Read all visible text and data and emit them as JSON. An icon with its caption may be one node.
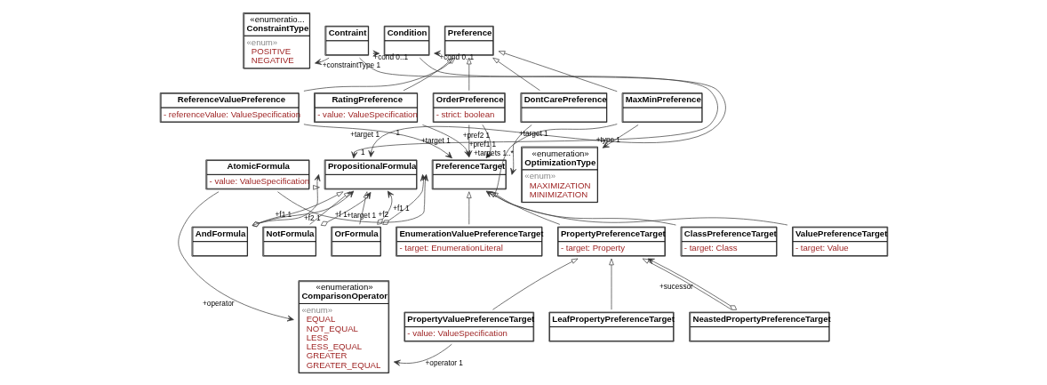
{
  "diagram": {
    "nodes": [
      {
        "text": [
          "«enumeratio...",
          "ConstraintType",
          "«enum»",
          "POSITIVE",
          "NEGATIVE"
        ]
      },
      {
        "text": [
          "Contraint"
        ]
      },
      {
        "text": [
          "Condition"
        ]
      },
      {
        "text": [
          "Preference"
        ]
      },
      {
        "text": [
          "ReferenceValuePreference",
          "- referenceValue: ValueSpecification"
        ]
      },
      {
        "text": [
          "RatingPreference",
          "- value: ValueSpecification"
        ]
      },
      {
        "text": [
          "OrderPreference",
          "- strict: boolean"
        ]
      },
      {
        "text": [
          "DontCarePreference"
        ]
      },
      {
        "text": [
          "MaxMinPreference"
        ]
      },
      {
        "text": [
          "PropositionalFormula"
        ]
      },
      {
        "text": [
          "AndFormula"
        ]
      },
      {
        "text": [
          "AtomicFormula",
          "- value: ValueSpecification"
        ]
      },
      {
        "text": [
          "PreferenceTarget"
        ]
      },
      {
        "text": [
          "«enumeration»",
          "OptimizationType",
          "«enum»",
          "MAXIMIZATION",
          "MINIMIZATION"
        ]
      },
      {
        "text": [
          "«enumeration»",
          "ComparisonOperator",
          "«enum»",
          "EQUAL",
          "NOT_EQUAL",
          "LESS",
          "LESS_EQUAL",
          "GREATER",
          "GREATER_EQUAL"
        ]
      },
      {
        "text": [
          "NotFormula"
        ]
      },
      {
        "text": [
          "OrFormula"
        ]
      },
      {
        "text": [
          "EnumerationValuePreferenceTarget",
          "- target: EnumerationLiteral"
        ]
      },
      {
        "text": [
          "PropertyPreferenceTarget",
          "- target: Property"
        ]
      },
      {
        "text": [
          "ClassPreferenceTarget",
          "- target: Class"
        ]
      },
      {
        "text": [
          "ValuePreferenceTarget",
          "- target: Value"
        ]
      },
      {
        "text": [
          "PropertyValuePreferenceTarget",
          "- value: ValueSpecification"
        ]
      },
      {
        "text": [
          "LeafPropertyPreferenceTarget"
        ]
      },
      {
        "text": [
          "NeastedPropertyPreferenceTarget"
        ]
      }
    ],
    "edges": [
      {
        "from": 1,
        "to": 0,
        "arrow": "to",
        "label": "+constraintType 1"
      },
      {
        "from": 1,
        "to": 2,
        "arrow": "to",
        "label": "+cond 0..1"
      },
      {
        "from": 3,
        "to": 2,
        "arrow": "to",
        "label": "+cond 0..1"
      },
      {
        "from": 1,
        "to": 9,
        "arrow": "to",
        "label": "1"
      },
      {
        "from": 2,
        "to": 9,
        "arrow": "to",
        "label": "1"
      },
      {
        "from": 10,
        "to": 9,
        "arrow": "to",
        "label": "+f1 1"
      },
      {
        "from": 10,
        "to": 9,
        "arrow": "to",
        "label": "+f2 1"
      },
      {
        "from": 10,
        "to": 9,
        "arrow": "to"
      },
      {
        "from": 15,
        "to": 9,
        "arrow": "to",
        "label": "+f 1"
      },
      {
        "from": 15,
        "to": 9,
        "arrow": "to"
      },
      {
        "from": 16,
        "to": 9,
        "arrow": "to",
        "label": "+f2"
      },
      {
        "from": 16,
        "to": 9,
        "arrow": "to",
        "label": "+f1 1"
      },
      {
        "from": 16,
        "to": 9,
        "arrow": "to"
      },
      {
        "from": 11,
        "to": 9,
        "arrow": "to"
      },
      {
        "from": 11,
        "to": 14,
        "arrow": "to",
        "label": "+operator"
      },
      {
        "from": 11,
        "to": 12,
        "arrow": "to",
        "label": "+target 1"
      },
      {
        "from": 4,
        "to": 3,
        "arrow": "to"
      },
      {
        "from": 5,
        "to": 3,
        "arrow": "to"
      },
      {
        "from": 6,
        "to": 3,
        "arrow": "to"
      },
      {
        "from": 7,
        "to": 3,
        "arrow": "to"
      },
      {
        "from": 8,
        "to": 3,
        "arrow": "to"
      },
      {
        "from": 4,
        "to": 12,
        "arrow": "to",
        "label": "+target 1"
      },
      {
        "from": 5,
        "to": 12,
        "arrow": "to",
        "label": "+target 1"
      },
      {
        "from": 6,
        "to": 12,
        "arrow": "to",
        "label": "+pref1 1"
      },
      {
        "from": 6,
        "to": 12,
        "arrow": "to",
        "label": "+pref2 1"
      },
      {
        "from": 7,
        "to": 12,
        "arrow": "to",
        "label": "+targets 1..*"
      },
      {
        "from": 8,
        "to": 13,
        "arrow": "to",
        "label": "+type 1"
      },
      {
        "from": 8,
        "to": 12,
        "arrow": "to",
        "label": "+target 1"
      },
      {
        "from": 17,
        "to": 12,
        "arrow": "to"
      },
      {
        "from": 18,
        "to": 12,
        "arrow": "to"
      },
      {
        "from": 19,
        "to": 12,
        "arrow": "to"
      },
      {
        "from": 20,
        "to": 12,
        "arrow": "to"
      },
      {
        "from": 21,
        "to": 18,
        "arrow": "to"
      },
      {
        "from": 22,
        "to": 18,
        "arrow": "to"
      },
      {
        "from": 23,
        "to": 18,
        "arrow": "to"
      },
      {
        "from": 23,
        "to": 18,
        "arrow": "to",
        "label": "+sucessor"
      },
      {
        "from": 21,
        "to": 14,
        "arrow": "to",
        "label": "+operator 1"
      }
    ]
  }
}
